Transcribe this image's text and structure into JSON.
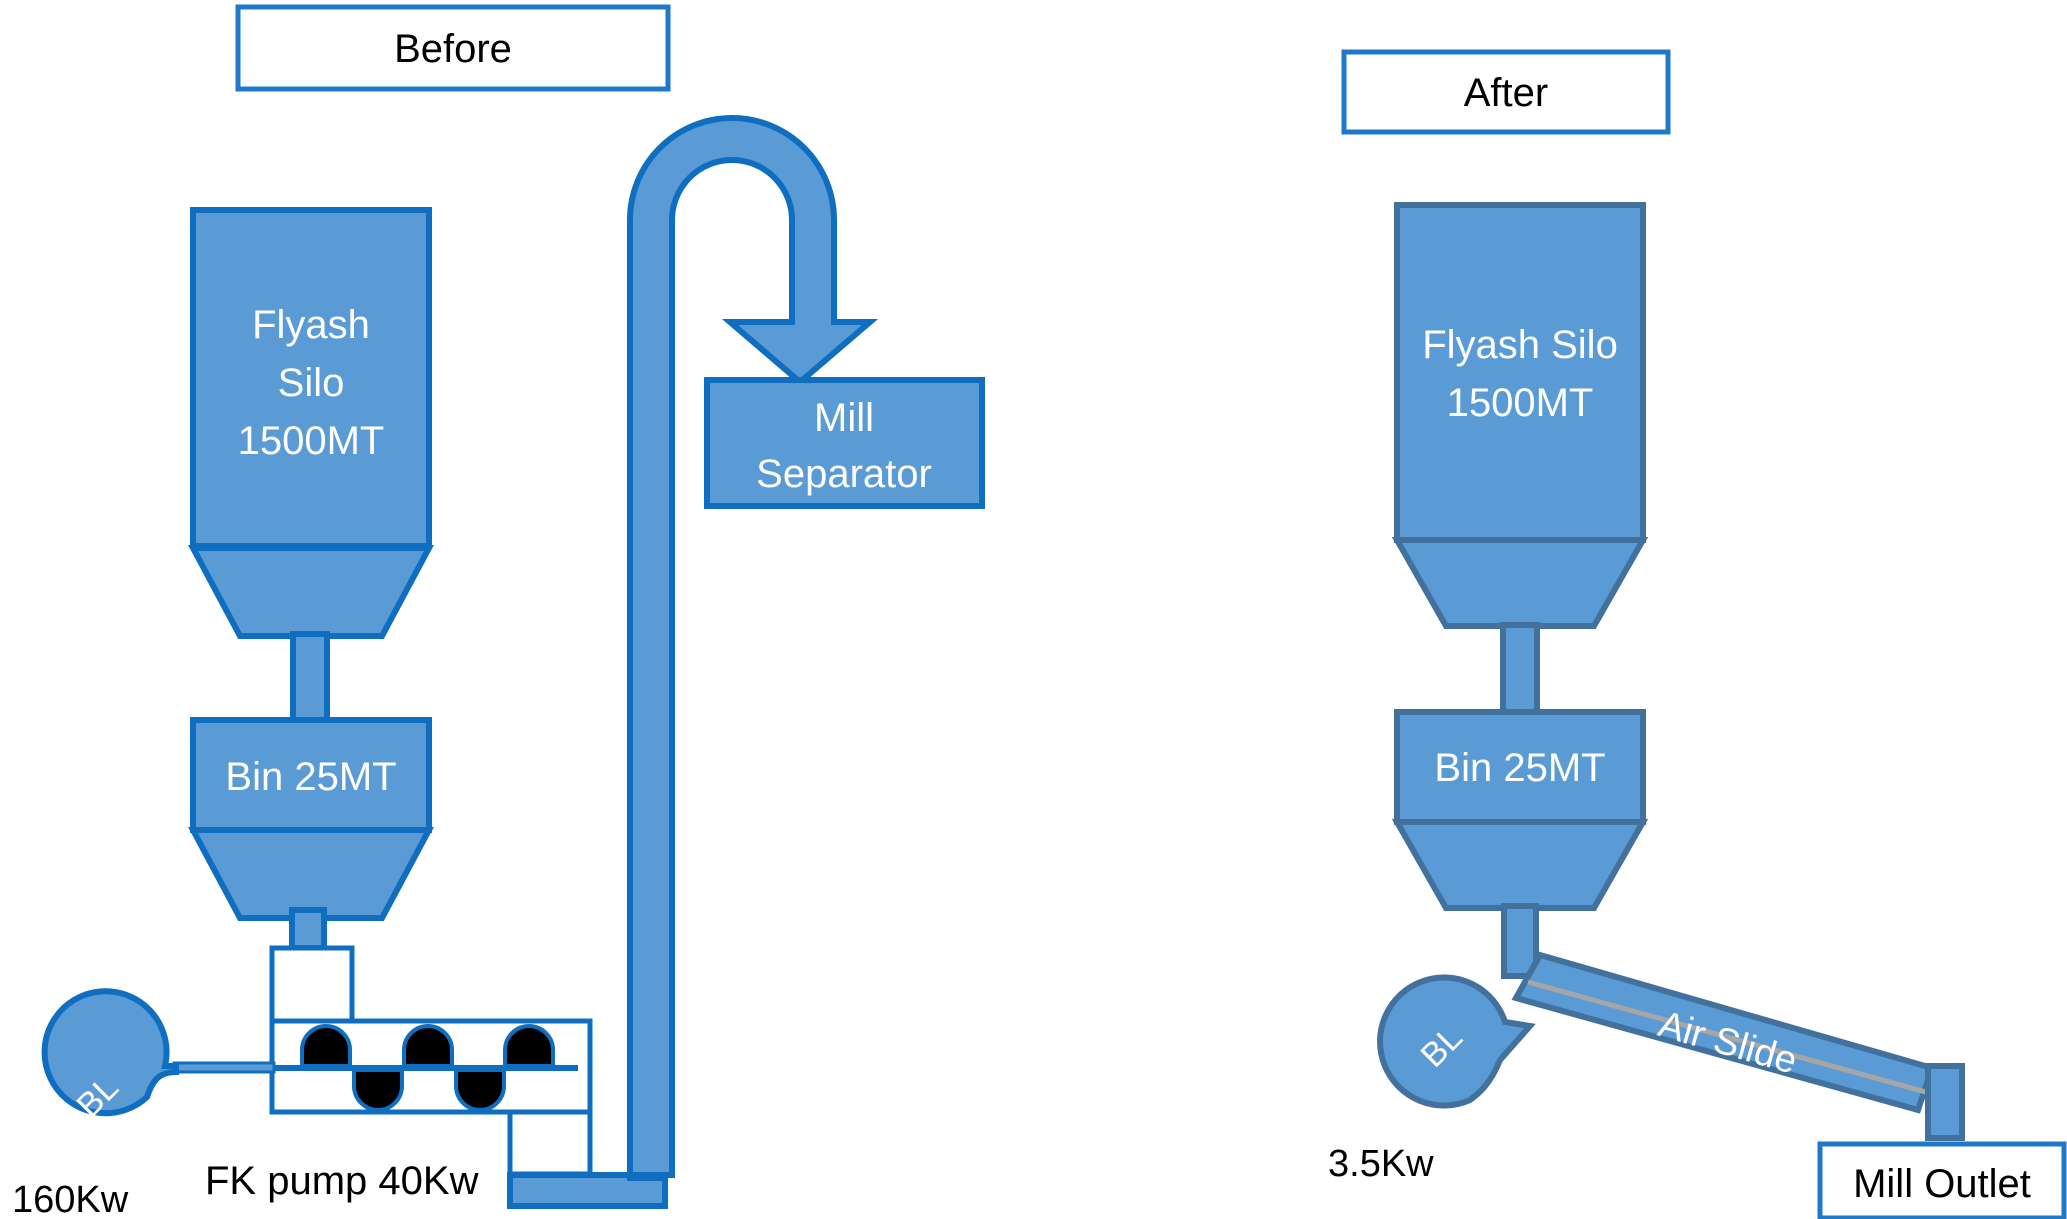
{
  "colors": {
    "before_fill": "#5B9BD5",
    "before_stroke": "#0F6EC0",
    "after_fill": "#5B9BD5",
    "after_stroke": "#41719C",
    "box_stroke": "#1F78C8",
    "screw_fill": "#000000",
    "air_slide_line": "#A6A6A6",
    "background": "#FFFFFF"
  },
  "before": {
    "title": "Before",
    "silo": {
      "line1": "Flyash",
      "line2": "Silo",
      "line3": "1500MT"
    },
    "bin": "Bin 25MT",
    "mill_separator": {
      "line1": "Mill",
      "line2": "Separator"
    },
    "blower": "BL",
    "blower_power": "160Kw",
    "pump_label": "FK pump 40Kw"
  },
  "after": {
    "title": "After",
    "silo": {
      "line1": "Flyash Silo",
      "line2": "1500MT"
    },
    "bin": "Bin 25MT",
    "blower": "BL",
    "blower_power": "3.5Kw",
    "air_slide": "Air Slide",
    "mill_outlet": "Mill Outlet"
  }
}
